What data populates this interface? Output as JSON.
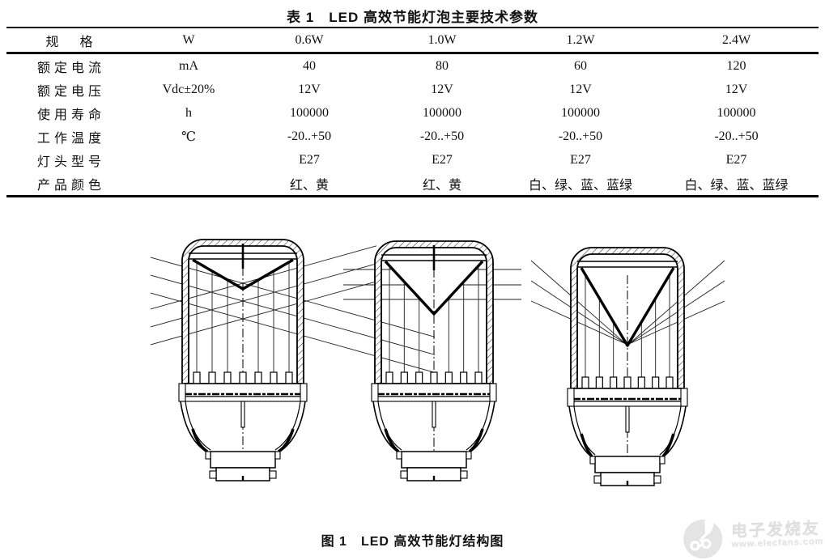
{
  "table": {
    "title": "表 1　LED 高效节能灯泡主要技术参数",
    "columns": [
      "规　格",
      "W",
      "0.6W",
      "1.0W",
      "1.2W",
      "2.4W"
    ],
    "rows": [
      [
        "额定电流",
        "mA",
        "40",
        "80",
        "60",
        "120"
      ],
      [
        "额定电压",
        "Vdc±20%",
        "12V",
        "12V",
        "12V",
        "12V"
      ],
      [
        "使用寿命",
        "h",
        "100000",
        "100000",
        "100000",
        "100000"
      ],
      [
        "工作温度",
        "℃",
        "-20..+50",
        "-20..+50",
        "-20..+50",
        "-20..+50"
      ],
      [
        "灯头型号",
        "",
        "E27",
        "E27",
        "E27",
        "E27"
      ],
      [
        "产品颜色",
        "",
        "红、黄",
        "红、黄",
        "白、绿、蓝、蓝绿",
        "白、绿、蓝、蓝绿"
      ]
    ]
  },
  "figure": {
    "caption": "图 1　LED 高效节能灯结构图"
  },
  "watermark": {
    "name": "电子发烧友",
    "url": "www.elecfans.com",
    "color": "#dedede"
  }
}
